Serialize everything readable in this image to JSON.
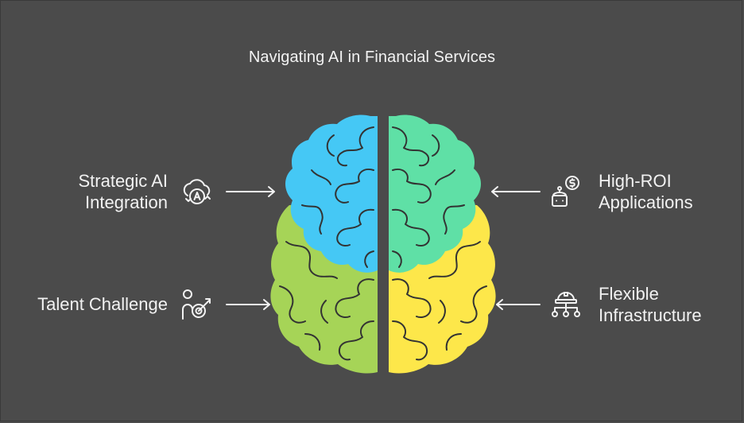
{
  "title": "Navigating AI in Financial Services",
  "items": [
    {
      "id": "strategic",
      "lines": [
        "Strategic AI",
        "Integration"
      ],
      "icon": "ai-cycle-icon",
      "color": "#45c8f5"
    },
    {
      "id": "talent",
      "lines": [
        "Talent Challenge"
      ],
      "icon": "person-target-icon",
      "color": "#a6d457"
    },
    {
      "id": "roi",
      "lines": [
        "High-ROI",
        "Applications"
      ],
      "icon": "robot-dollar-icon",
      "color": "#5fe0a6"
    },
    {
      "id": "infrastructure",
      "lines": [
        "Flexible",
        "Infrastructure"
      ],
      "icon": "network-hardhat-icon",
      "color": "#fde74a"
    }
  ],
  "brain_colors": {
    "top_left": "#45c8f5",
    "bottom_left": "#a6d457",
    "top_right": "#5fe0a6",
    "bottom_right": "#fde74a",
    "outline": "#333333"
  }
}
